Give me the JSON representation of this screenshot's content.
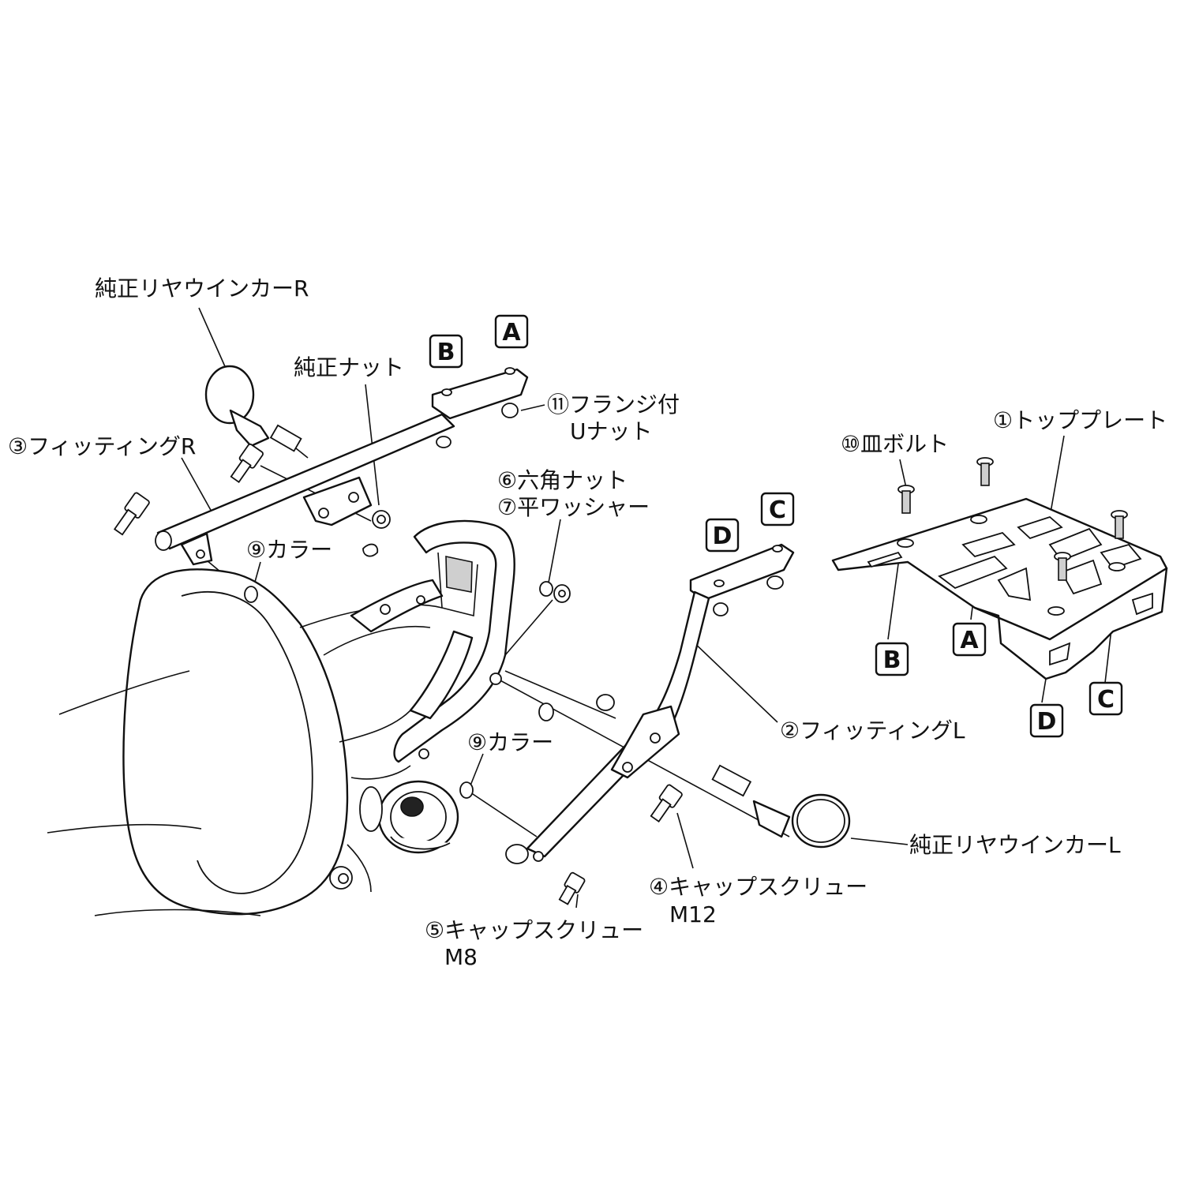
{
  "labels": {
    "oem_rear_winker_r": "純正リヤウインカーR",
    "oem_nut": "純正ナット",
    "flange_u_nut_line1": "⑪フランジ付",
    "flange_u_nut_line2": "Uナット",
    "fitting_r": "③フィッティングR",
    "collar_upper": "⑨カラー",
    "hex_nut": "⑥六角ナット",
    "flat_washer": "⑦平ワッシャー",
    "flat_bolt": "⑩皿ボルト",
    "top_plate": "①トッププレート",
    "fitting_l": "②フィッティングL",
    "collar_lower": "⑨カラー",
    "oem_rear_winker_l": "純正リヤウインカーL",
    "cap_screw_m12_line1": "④キャップスクリュー",
    "cap_screw_m12_line2": "M12",
    "cap_screw_m8_line1": "⑤キャップスクリュー",
    "cap_screw_m8_line2": "M8"
  },
  "markers": {
    "a": "A",
    "b": "B",
    "c": "C",
    "d": "D"
  }
}
